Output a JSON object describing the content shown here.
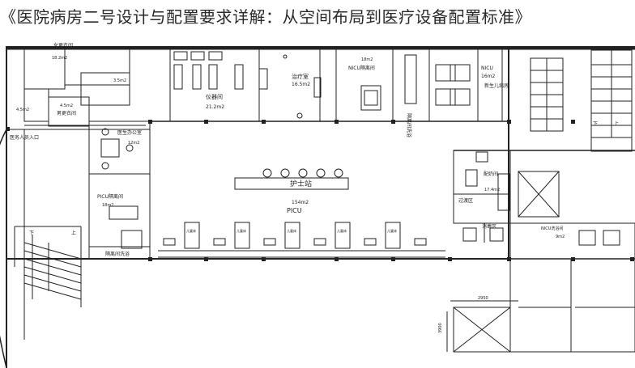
{
  "title": "《医院病房二号设计与配置要求详解：从空间布局到医疗设备配置标准》",
  "rooms": {
    "nurse_station": "护士站",
    "picu_area": "154m2",
    "picu": "PICU",
    "instrument_room": "仪器间",
    "instrument_area": "21.2m2",
    "treatment_room": "治疗室",
    "treatment_area": "16.5m2",
    "nicu_isolation": "NICU隔离间",
    "isolation_area": "18m2",
    "isolation_wash": "隔离间洗浴",
    "nicu": "NICU",
    "nicu_area": "16m2",
    "newborn_ward": "新生儿病房",
    "doctor_office": "医生办公室",
    "doctor_office_area": "12m2",
    "picu_isolation": "PICU隔离间",
    "picu_isolation_area": "18m2",
    "isolation_wash_2": "隔离间洗浴",
    "staff_entrance": "医务人员入口",
    "male_changing": "男更衣间",
    "male_changing_area": "4.5m2",
    "female_changing": "女更衣间",
    "female_changing_area": "18.2m2",
    "milk_room": "配奶间",
    "milk_area": "17.4m2",
    "transfer_area": "过渡区",
    "disinfection": "消毒区",
    "nicu_wash": "NICU洗浴间",
    "nicu_wash_area": "9m2",
    "small_area_1": "4.5m2",
    "small_area_2": "3.5m2",
    "baby_bed": "儿童床",
    "dim_width": "2950",
    "dim_height": "3900",
    "stair_down": "下",
    "stair_up": "上"
  },
  "colors": {
    "line": "#222222",
    "background": "#ffffff"
  }
}
